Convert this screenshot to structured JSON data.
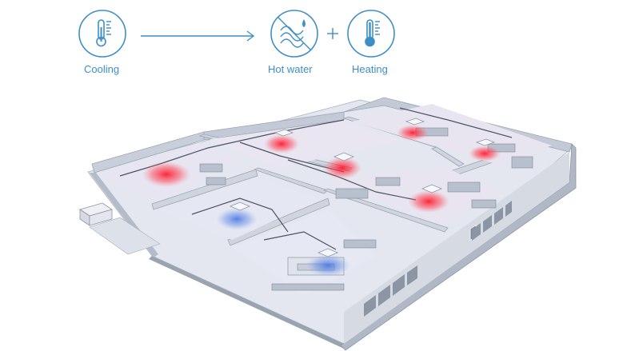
{
  "legend": {
    "cooling": {
      "label": "Cooling",
      "icon": "thermometer-icon"
    },
    "hot_water": {
      "label": "Hot water",
      "icon": "water-drop-coil-icon"
    },
    "heating": {
      "label": "Heating",
      "icon": "thermometer-icon"
    },
    "connector_icon": "arrow-right-icon",
    "combine_icon": "plus-icon"
  },
  "colors": {
    "accent": "#3d8fc6",
    "heating": "#e8102a",
    "cooling": "#4a7fe0",
    "wall": "#a9b3c1",
    "floor": "#dfe3ec"
  }
}
